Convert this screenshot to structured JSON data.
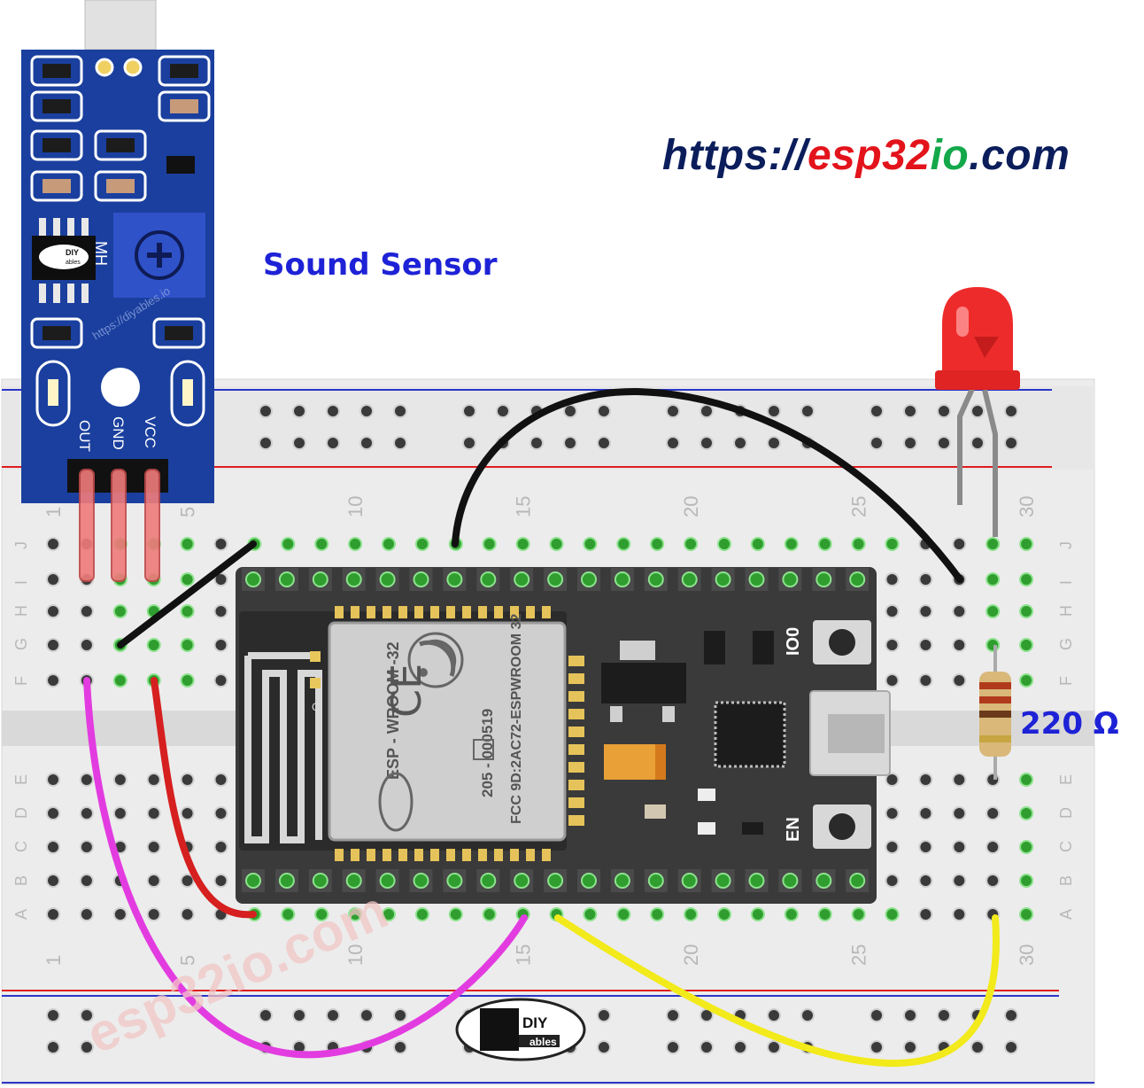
{
  "header": {
    "url_prefix": "https://",
    "url_brand_a": "esp32",
    "url_brand_b": "io",
    "url_suffix": ".com"
  },
  "labels": {
    "sound_sensor": "Sound Sensor",
    "resistor_value": "220 Ω"
  },
  "sensor": {
    "brand_text": "MH",
    "pins": [
      "OUT",
      "GND",
      "VCC"
    ],
    "logo_text_top": "DIY",
    "logo_text_bottom": "ables",
    "watermark": "https://diyables.io"
  },
  "esp32": {
    "module_lines": [
      "ESP - WROOM -32",
      "205 - 000519",
      "FCC 9D:2AC72-ESPWROOM 32"
    ],
    "button_boot": "IO0",
    "button_en": "EN",
    "antenna_mark": "C"
  },
  "breadboard": {
    "column_numbers": [
      "1",
      "5",
      "10",
      "15",
      "20",
      "25",
      "30"
    ],
    "rows_top": [
      "J",
      "I",
      "H",
      "G",
      "F"
    ],
    "rows_bottom": [
      "E",
      "D",
      "C",
      "B",
      "A"
    ]
  },
  "footer": {
    "logo_top": "DIY",
    "logo_bottom": "ables",
    "watermark": "esp32io.com"
  },
  "colors": {
    "sensor_board": "#1a3f9e",
    "esp32_board": "#3a3a3a",
    "wire_black": "#111111",
    "wire_red": "#d61f1f",
    "wire_magenta": "#e23ce0",
    "wire_yellow": "#f2ea1a",
    "led_red": "#ee2b2b",
    "rail_red": "#e01c1c",
    "rail_blue": "#2a35c8",
    "breadboard": "#ececec"
  }
}
